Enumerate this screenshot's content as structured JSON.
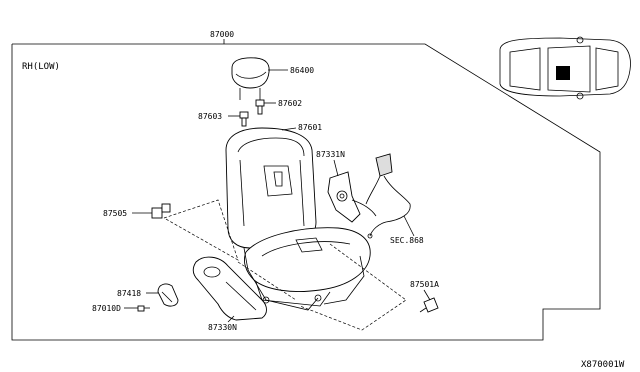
{
  "diagram": {
    "section_label": "RH(LOW)",
    "drawing_code": "X870001W",
    "callouts": {
      "assembly": "87000",
      "headrest": "86400",
      "guide_left": "87603",
      "guide_right": "87602",
      "seat_back": "87601",
      "recliner": "87331N",
      "sec_ref": "SEC.868",
      "bracket": "87505",
      "knob": "87418",
      "screw": "87010D",
      "side_cover": "87330N",
      "clip": "87501A"
    }
  }
}
